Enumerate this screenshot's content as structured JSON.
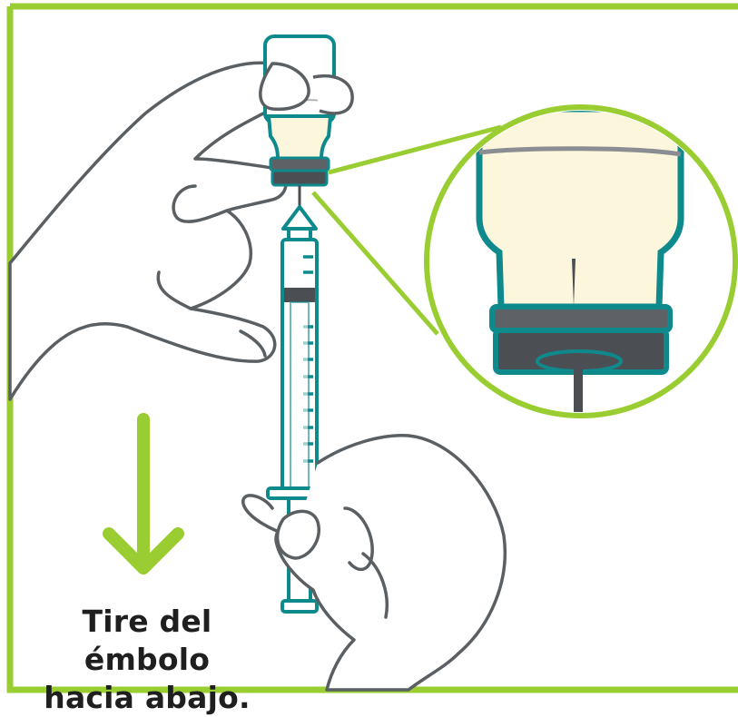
{
  "instruction": {
    "line1": "Tire del émbolo",
    "line2": "hacia abajo."
  },
  "colors": {
    "frame_green": "#9acd32",
    "teal": "#0e8a8c",
    "teal_dark": "#0b6f71",
    "liquid": "#fbf6dc",
    "stopper_gray": "#5e6266",
    "outline_gray": "#555a5e",
    "text": "#1f1f1f"
  },
  "icons": {
    "arrow": "arrow-down-icon",
    "zoom": "magnify-circle"
  }
}
